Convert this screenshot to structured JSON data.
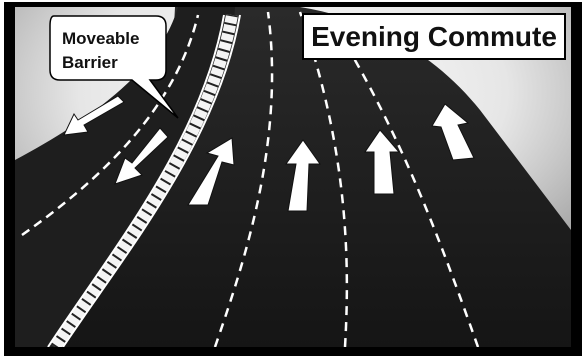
{
  "title": "Evening Commute",
  "callout": {
    "line1": "Moveable",
    "line2": "Barrier"
  },
  "colors": {
    "road": "#1c1c1c",
    "lane_marking": "#ffffff",
    "arrow": "#ffffff",
    "sky_haze": "#d9d9d9",
    "frame_border": "#000000"
  },
  "lanes": {
    "left_side_arrows": 2,
    "right_side_arrows": 4
  },
  "icons": {
    "arrow_left_lanes": "arrow-down-left-icon",
    "arrow_right_lanes": "arrow-up-icon",
    "barrier": "moveable-barrier"
  }
}
